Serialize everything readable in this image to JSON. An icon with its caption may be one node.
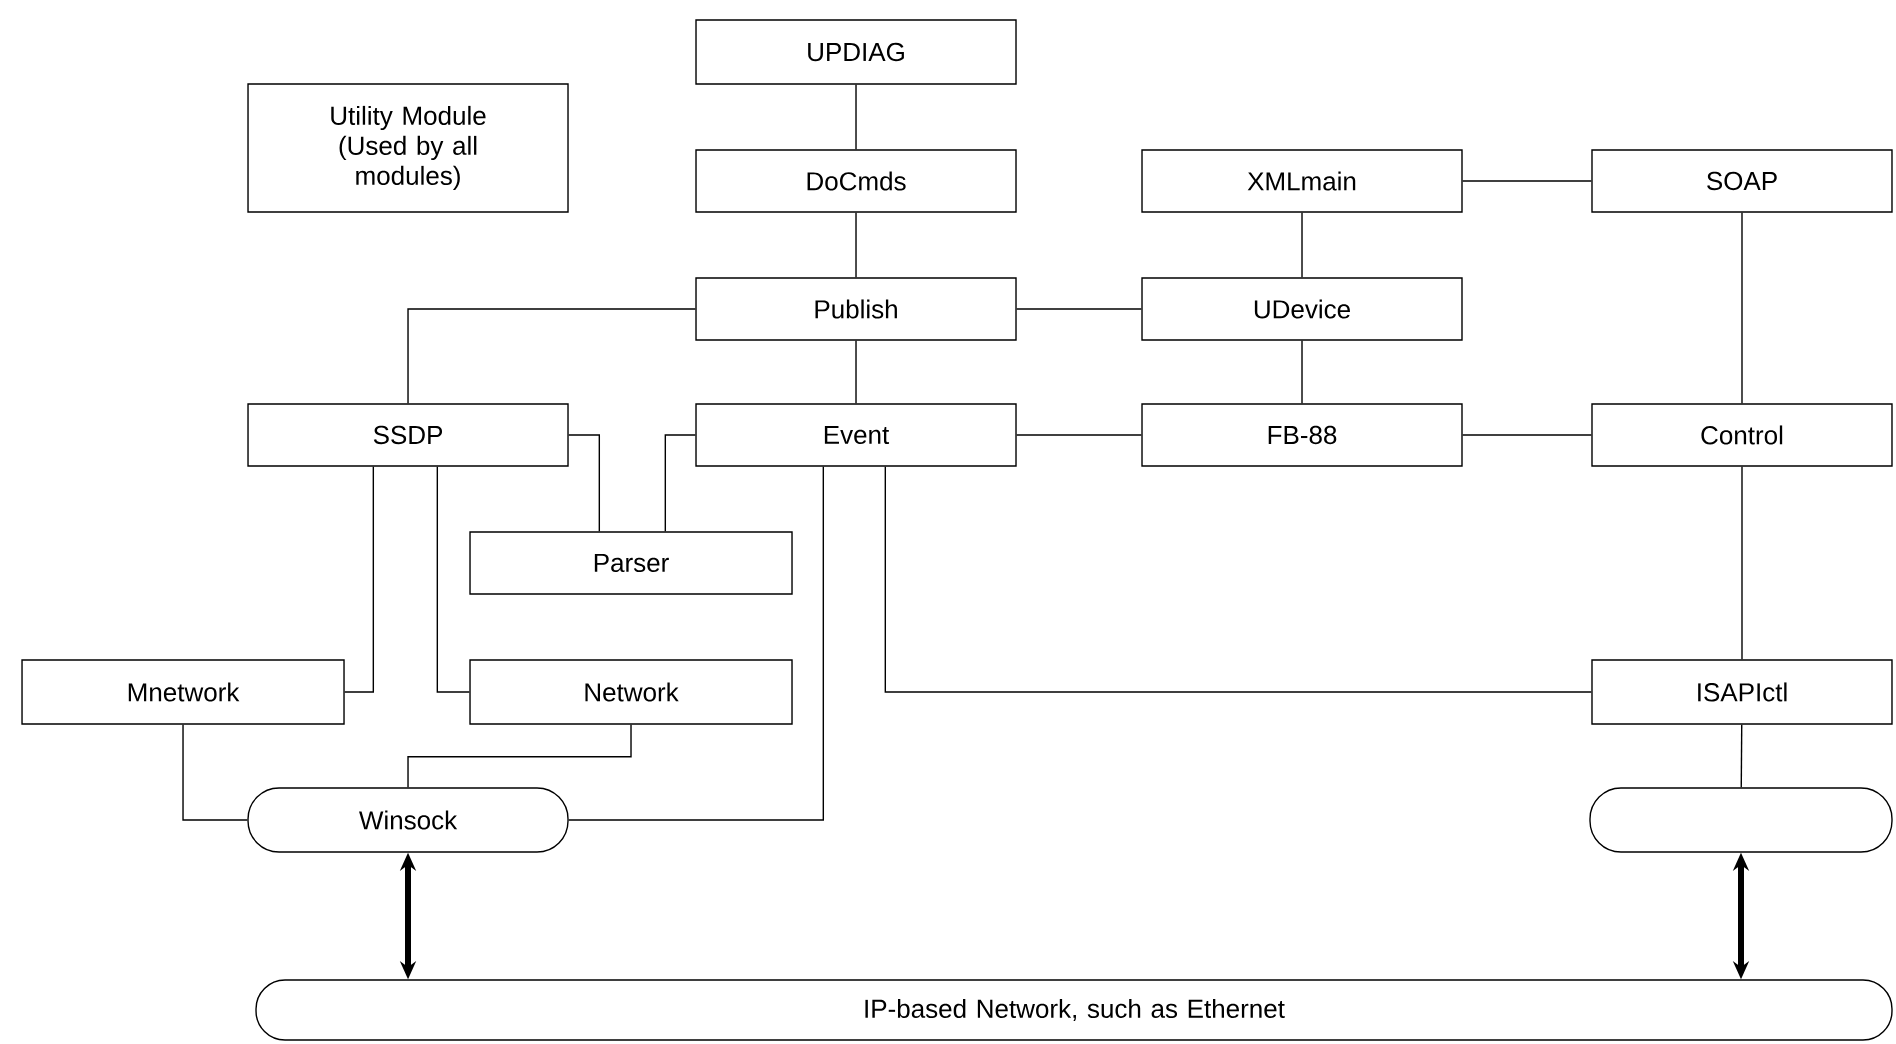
{
  "diagram": {
    "nodes": [
      {
        "text": [
          "UPDIAG"
        ]
      },
      {
        "text": [
          "Utility Module (Used by all modules)"
        ]
      },
      {
        "text": [
          "DoCmds"
        ]
      },
      {
        "text": [
          "XMLmain"
        ]
      },
      {
        "text": [
          "SOAP"
        ]
      },
      {
        "text": [
          "Publish"
        ]
      },
      {
        "text": [
          "UDevice"
        ]
      },
      {
        "text": [
          "SSDP"
        ]
      },
      {
        "text": [
          "Event"
        ]
      },
      {
        "text": [
          "FB-88"
        ]
      },
      {
        "text": [
          "Control"
        ]
      },
      {
        "text": [
          "Parser"
        ]
      },
      {
        "text": [
          "Mnetwork"
        ]
      },
      {
        "text": [
          "Network"
        ]
      },
      {
        "text": [
          "ISAPIctl"
        ]
      },
      {
        "text": [
          "Winsock"
        ]
      },
      {
        "text": [],
        "shape": "box"
      },
      {
        "text": [
          "IP-based Network, such as Ethernet"
        ]
      }
    ],
    "edges": [
      {
        "from": 0,
        "to": 2,
        "arrow": "none"
      },
      {
        "from": 2,
        "to": 5,
        "arrow": "none"
      },
      {
        "from": 3,
        "to": 4,
        "arrow": "none"
      },
      {
        "from": 5,
        "to": 7,
        "arrow": "none"
      },
      {
        "from": 5,
        "to": 8,
        "arrow": "none"
      },
      {
        "from": 5,
        "to": 6,
        "arrow": "none"
      },
      {
        "from": 3,
        "to": 6,
        "arrow": "none"
      },
      {
        "from": 6,
        "to": 9,
        "arrow": "none"
      },
      {
        "from": 8,
        "to": 9,
        "arrow": "none"
      },
      {
        "from": 9,
        "to": 10,
        "arrow": "none"
      },
      {
        "from": 4,
        "to": 10,
        "arrow": "none"
      },
      {
        "from": 7,
        "to": 11,
        "arrow": "none"
      },
      {
        "from": 8,
        "to": 11,
        "arrow": "none"
      },
      {
        "from": 7,
        "to": 12,
        "arrow": "none"
      },
      {
        "from": 7,
        "to": 13,
        "arrow": "none"
      },
      {
        "from": 12,
        "to": 15,
        "arrow": "none"
      },
      {
        "from": 13,
        "to": 15,
        "arrow": "none"
      },
      {
        "from": 8,
        "to": 15,
        "arrow": "none"
      },
      {
        "from": 8,
        "to": 14,
        "arrow": "none"
      },
      {
        "from": 10,
        "to": 14,
        "arrow": "none"
      },
      {
        "from": 14,
        "to": 16,
        "arrow": "none"
      },
      {
        "from": 15,
        "to": 17,
        "arrow": "both",
        "style": "thick"
      },
      {
        "from": 16,
        "to": 17,
        "arrow": "both",
        "style": "thick"
      }
    ]
  }
}
